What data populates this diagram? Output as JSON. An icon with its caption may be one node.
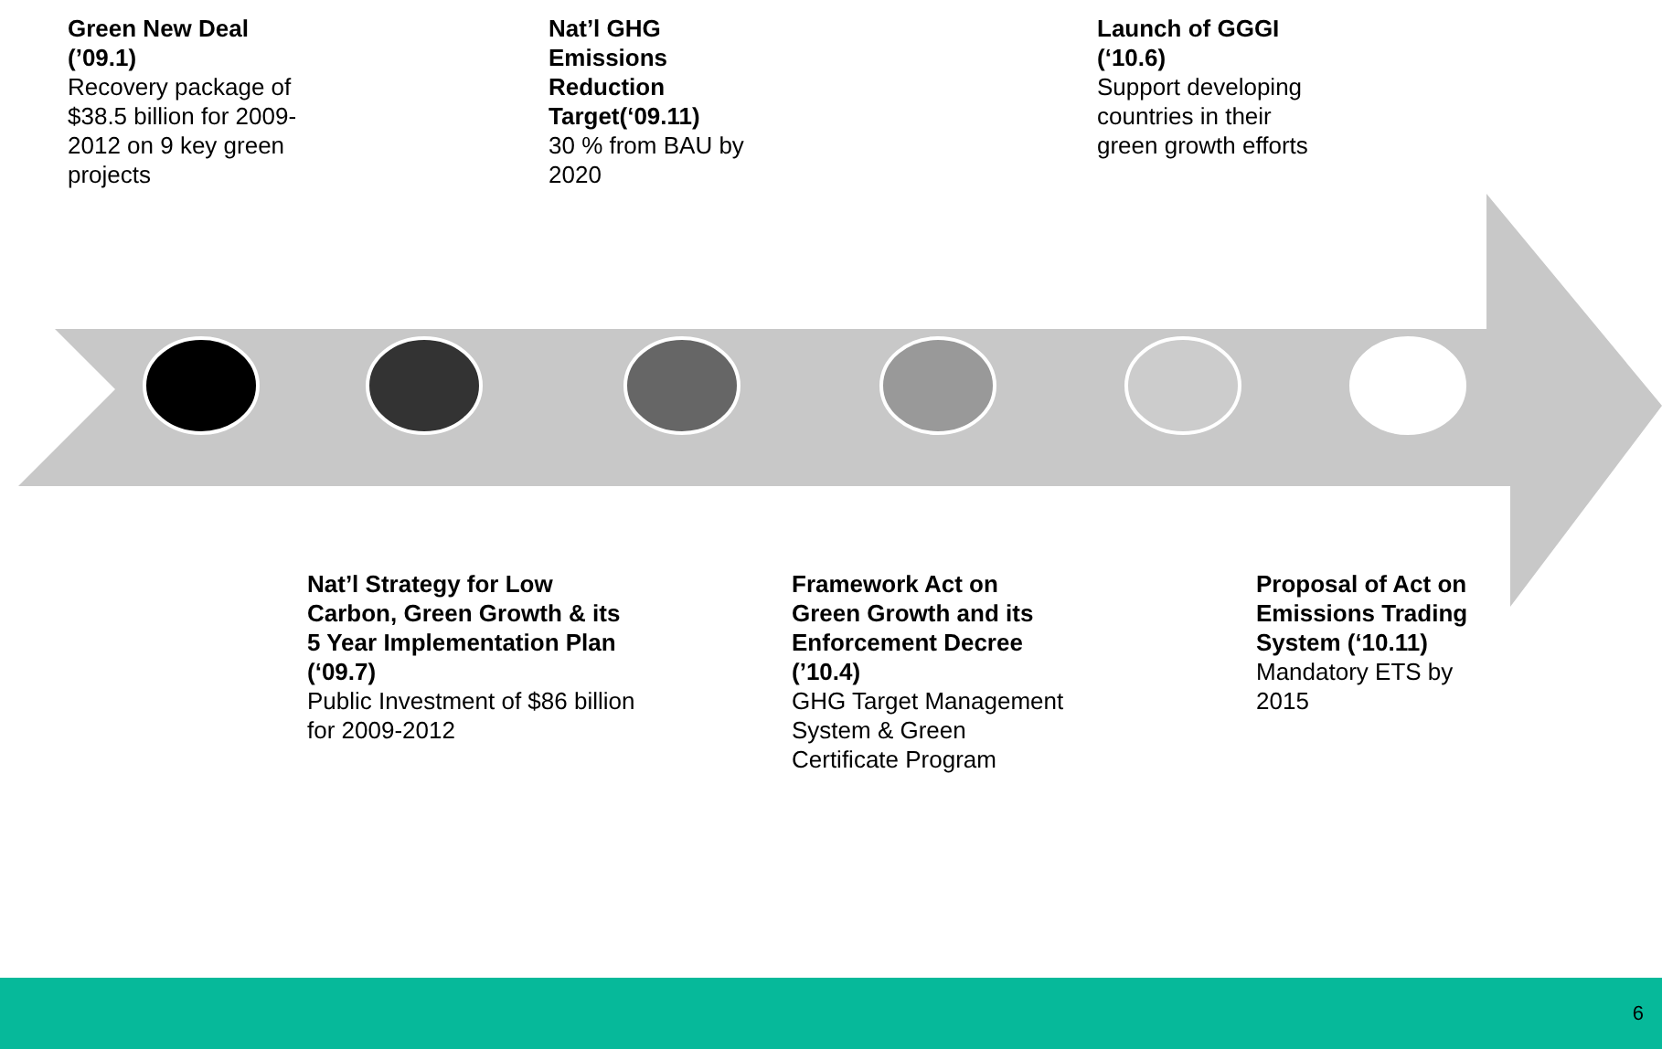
{
  "diagram": {
    "nodes": [
      {
        "text": [
          "**Green New Deal (’09.1**)",
          "Recovery package of $38.5 billion for 2009-2012 on 9 key green projects"
        ]
      },
      {
        "text": [
          "Nat’l GHG Emissions Reduction Target(‘09.11)",
          "30 % from BAU by 2020"
        ]
      },
      {
        "text": [
          "Launch of GGGI (‘10.6)",
          "Support developing countries in their green growth efforts"
        ]
      },
      {
        "text": [],
        "shape": "circle"
      },
      {
        "text": [],
        "shape": "circle"
      },
      {
        "text": [],
        "shape": "circle"
      },
      {
        "text": [],
        "shape": "circle"
      },
      {
        "text": [],
        "shape": "circle"
      },
      {
        "text": [],
        "shape": "circle"
      },
      {
        "text": [
          "Nat’l Strategy for Low Carbon, Green Growth & its 5 Year Implementation Plan (‘09.7)",
          "Public Investment of $86 billion for 2009-2012"
        ]
      },
      {
        "text": [
          "Framework Act on Green Growth and its Enforcement Decree (’10.4)",
          "GHG Target Management System & Green Certificate Program"
        ]
      },
      {
        "text": [
          "Proposal of Act on Emissions Trading System (‘10.11)",
          "Mandatory ETS by 2015"
        ]
      }
    ],
    "labels": [
      "6"
    ]
  }
}
